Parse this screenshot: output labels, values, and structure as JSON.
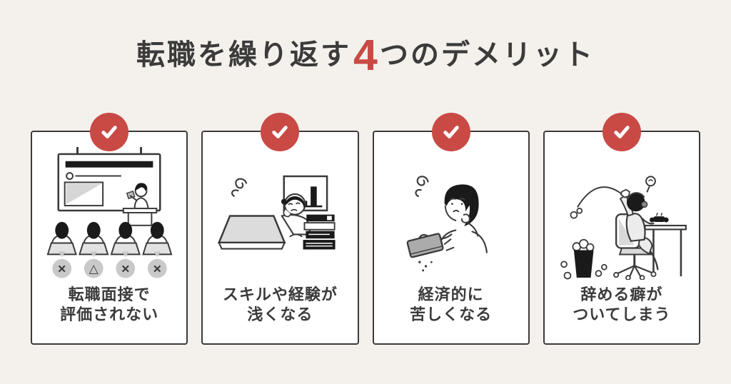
{
  "page": {
    "background": "#f4f1ec",
    "card_background": "#ffffff",
    "outline_color": "#3b3b3b",
    "accent_red": "#c94a45",
    "bubble_gray": "#c9c9c9",
    "illustration_gray": "#d9d9d9"
  },
  "title": {
    "prefix": "転職を繰り返す",
    "number": "4",
    "suffix": "つのデメリット"
  },
  "cards": [
    {
      "illustration": "interview-not-evaluated",
      "badge_icon": "check-icon",
      "bubbles": [
        "×",
        "△",
        "×",
        "×"
      ],
      "label_line1": "転職面接で",
      "label_line2": "評価されない"
    },
    {
      "illustration": "shallow-skills-experience",
      "badge_icon": "check-icon",
      "label_line1": "スキルや経験が",
      "label_line2": "浅くなる"
    },
    {
      "illustration": "financial-struggle-empty-wallet",
      "badge_icon": "check-icon",
      "label_line1": "経済的に",
      "label_line2": "苦しくなる"
    },
    {
      "illustration": "habit-of-quitting",
      "badge_icon": "check-icon",
      "label_line1": "辞める癖が",
      "label_line2": "ついてしまう"
    }
  ]
}
